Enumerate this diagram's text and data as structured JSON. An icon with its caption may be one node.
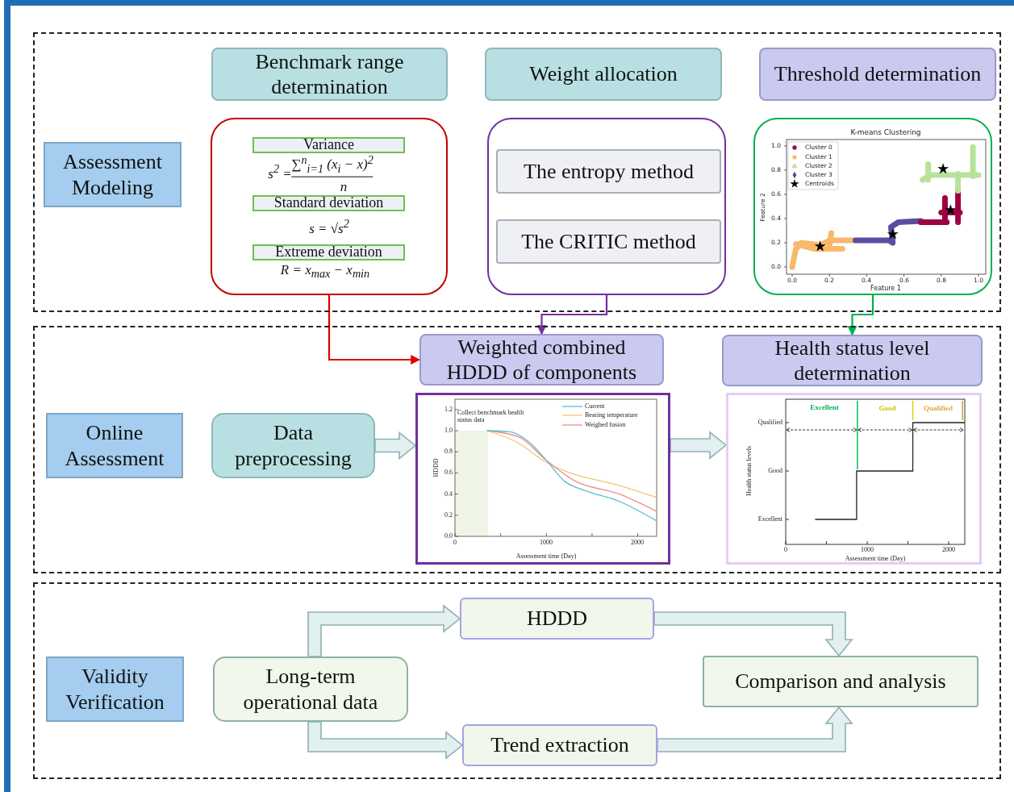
{
  "diagram": {
    "nodes": [
      {
        "text": [],
        "shape": "box"
      },
      {
        "text": [
          "Assessment Modeling"
        ],
        "in": 0
      },
      {
        "text": [
          "Benchmark range determination"
        ],
        "in": 0
      },
      {
        "text": [
          "Weight allocation"
        ],
        "in": 0
      },
      {
        "text": [
          "Threshold determination"
        ],
        "in": 0
      },
      {
        "text": [
          "s$^{2}$ =",
          "∑$^{n}$$_{i=1}$ (x$_{i}$ − x)$^{2}$",
          "n",
          "s = √s$^{2}$",
          "R = x$_{max}$ − x$_{min}$"
        ],
        "in": 0
      },
      {
        "text": [
          "Variance"
        ],
        "in": 5
      },
      {
        "text": [
          "Standard deviation"
        ],
        "in": 5
      },
      {
        "text": [
          "Extreme deviation"
        ],
        "in": 5
      },
      {
        "text": [],
        "shape": "box",
        "in": 0
      },
      {
        "text": [
          "The entropy method"
        ],
        "in": 9
      },
      {
        "text": [
          "The CRITIC method"
        ],
        "in": 9
      },
      {
        "text": [],
        "shape": "box",
        "in": 0
      },
      {
        "text": [],
        "shape": "box"
      },
      {
        "text": [
          "Online Assessment"
        ],
        "in": 13
      },
      {
        "text": [
          "Weighted combined HDDD of components"
        ],
        "in": 13
      },
      {
        "text": [
          "Health status level determination"
        ],
        "in": 13
      },
      {
        "text": [
          "Data preprocessing"
        ],
        "in": 13
      },
      {
        "text": [],
        "shape": "box",
        "in": 13
      },
      {
        "text": [],
        "shape": "box",
        "in": 13
      },
      {
        "text": [],
        "shape": "box"
      },
      {
        "text": [
          "Validity Verification"
        ],
        "in": 20
      },
      {
        "text": [
          "HDDD"
        ],
        "in": 20
      },
      {
        "text": [
          "Long-term operational data"
        ],
        "in": 20
      },
      {
        "text": [
          "Comparison and analysis"
        ],
        "in": 20
      },
      {
        "text": [
          "Trend extraction"
        ],
        "in": 20
      }
    ],
    "edges": [
      {
        "from": 5,
        "to": 15,
        "arrow": "to",
        "color": "#e00000"
      },
      {
        "from": 9,
        "to": 15,
        "arrow": "to",
        "color": "#7030a0"
      },
      {
        "from": 12,
        "to": 16,
        "arrow": "to",
        "color": "#00b050"
      },
      {
        "from": 17,
        "to": 18,
        "arrow": "to"
      },
      {
        "from": 18,
        "to": 19,
        "arrow": "to"
      },
      {
        "from": 23,
        "to": 22,
        "arrow": "to"
      },
      {
        "from": 23,
        "to": 25,
        "arrow": "to"
      },
      {
        "from": 22,
        "to": 24,
        "arrow": "to"
      },
      {
        "from": 25,
        "to": 24,
        "arrow": "to"
      }
    ],
    "labels": [
      "K-means Clustering",
      "1.0",
      "0.8",
      "0.6",
      "0.4",
      "0.2",
      "0.0",
      "Feature 2",
      "0.0",
      "0.2",
      "0.4",
      "0.6",
      "0.8",
      "1.0",
      "Feature 1",
      "1.2",
      "1.0",
      "0.8",
      "0.6",
      "0.4",
      "0.2",
      "0.0",
      "HDDD",
      "Collect benchmark health status data",
      "0",
      "1000",
      "2000",
      "Assessment time (Day)",
      "Excellent",
      "Good",
      "Qualified",
      "Qualified",
      "Good",
      "Excellent",
      "Health status levels",
      "0",
      "1000",
      "2000",
      "Assessment time (Day)"
    ],
    "legend": [
      {
        "text": "Cluster 0"
      },
      {
        "text": "Cluster 1"
      },
      {
        "text": "Cluster 2"
      },
      {
        "text": "Cluster 3"
      },
      {
        "text": "Centroids"
      },
      {
        "text": "Current"
      },
      {
        "text": "Bearing temperature"
      },
      {
        "text": "Weighed fusion"
      }
    ]
  }
}
